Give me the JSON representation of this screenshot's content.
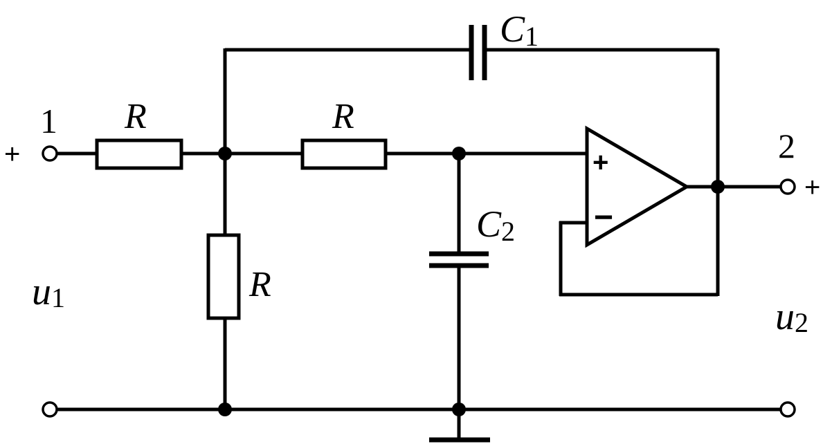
{
  "diagram": {
    "labels": {
      "r_input": "R",
      "r_middle": "R",
      "r_shunt": "R",
      "c1_main": "C",
      "c1_sub": "1",
      "c2_main": "C",
      "c2_sub": "2",
      "u1_main": "u",
      "u1_sub": "1",
      "u2_main": "u",
      "u2_sub": "2",
      "port_in": "1",
      "port_out": "2",
      "in_plus": "+",
      "out_plus": "+",
      "opamp_plus": "+",
      "opamp_minus": "−"
    }
  }
}
